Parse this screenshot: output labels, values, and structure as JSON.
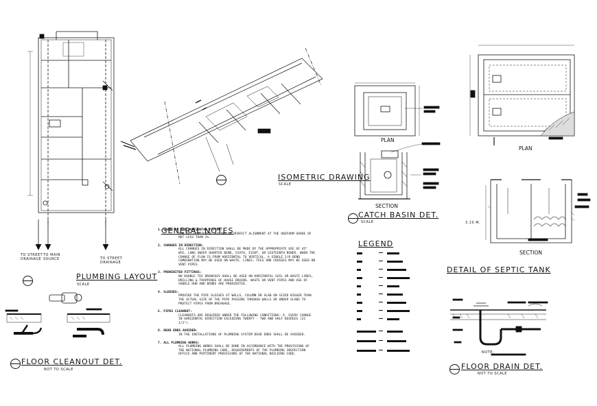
{
  "titles": {
    "plumbing_layout": "PLUMBING LAYOUT",
    "plumbing_layout_scale": "SCALE",
    "isometric": "ISOMETRIC DRAWING",
    "isometric_scale": "SCALE",
    "catch_basin": "CATCH BASIN DET.",
    "catch_basin_scale": "SCALE",
    "floor_cleanout": "FLOOR CLEANOUT DET.",
    "floor_cleanout_scale": "NOT TO SCALE",
    "floor_drain": "FLOOR DRAIN DET.",
    "floor_drain_scale": "NOT TO SCALE",
    "septic_tank": "DETAIL OF SEPTIC TANK",
    "legend": "LEGEND",
    "general_notes": "GENERAL NOTES"
  },
  "captions": {
    "catch_basin_plan": "PLAN",
    "catch_basin_section": "SECTION",
    "septic_plan": "PLAN",
    "septic_section": "SECTION",
    "septic_depth": "3.10 M.",
    "floor_drain_note": "NOTE:",
    "to_street_drainage_left": "TO STREET DRAINAGE",
    "to_main_source": "TO MAIN SOURCE",
    "to_street_drainage_right": "TO STREET DRAINAGE"
  },
  "general_notes": [
    {
      "head": "1. GRADE OF THE HORIZONTAL PIPING:",
      "body": "RUN ALL HORIZONTAL PIPING IN PERFECT ALIGNMENT AT THE UNIFORM GRADE OF NOT LESS THAN 2%."
    },
    {
      "head": "2. CHANGES IN DIRECTION:",
      "body": "ALL CHANGES IN DIRECTION SHALL BE MADE BY THE APPROPRIATE USE OF 45° WYE, LONG SWEEP QUARTER BEND, SIXTH, EIGHT, OR SIXTEENTH BENDS. WHEN THE CHANGE OF FLOW IS FROM HORIZONTAL TO VERTICAL, A SINGLE 1/8 BEND COMBINATION MAY BE USED ON WASTE, LINES, TEES AND CROSSES MAY BE USED ON VENT PIPES."
    },
    {
      "head": "3. PROHIBITED FITTINGS:",
      "body": "NO DOUBLE TEE BRANCHES SHALL BE USED ON HORIZONTAL SOIL OR WASTE LINES, DRILLING & TRAPPINGS OF HOUSE DRAINS, WASTE OR VENT PIPES AND USE OF SADDLE HUB AND BENDS ARE PROHIBITED."
    },
    {
      "head": "4. SLEEVES:",
      "body": "PROVIDE THE PIPE SLEEVES AT WALLS, COLUMN OR SLAB ON SIZED BIGGER THAN THE ACTUAL SIZE OF THE PIPE PASSING THROUGH WALLS OR UNDER SLABS TO PROTECT PIPES FROM BREAKAGE."
    },
    {
      "head": "5. PIPES CLEANOUT:",
      "body": "CLEANOUTS ARE REQUIRED UNDER THE FOLLOWING CONDITIONS: A. EVERY CHANGE IN HORIZONTAL DIRECTION EXCEEDING TWENTY - TWO AND HALF DEGREES (22 1/2°)."
    },
    {
      "head": "6. DEAD ENDS AVOIDED:",
      "body": "IN THE INSTALLATIONS OF PLUMBING SYSTEM DEAD ENDS SHALL BE AVOIDED."
    },
    {
      "head": "7. ALL PLUMBING WORKS:",
      "body": "ALL PLUMBING WORKS SHALL BE DONE IN ACCORDANCE WITH THE PROVISIONS OF THE NATIONAL PLUMBING CODE, REQUIREMENTS OF THE PLUMBING INSPECTION OFFICE AND PERTINENT PROVISIONS OF THE NATIONAL BUILDING CODE."
    }
  ],
  "legend_rows": [
    {
      "sym": 8
    },
    {
      "sym": 8
    },
    {
      "sym": 6
    },
    {
      "sym": 8
    },
    {
      "sym": 6
    },
    {
      "sym": 6
    },
    {
      "sym": 8
    },
    {
      "sym": 8
    },
    {
      "sym": 6
    },
    {
      "sym": 28
    },
    {
      "sym": 28
    },
    {
      "sym": 28
    }
  ],
  "colors": {
    "ink": "#111111",
    "hatch": "#333333",
    "paper": "#ffffff"
  }
}
